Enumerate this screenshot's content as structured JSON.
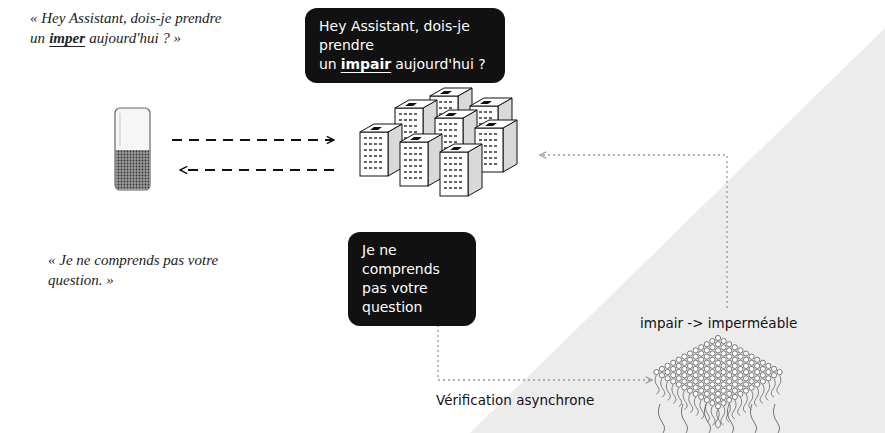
{
  "diagram": {
    "nodes": [
      {
        "text": [
          "Hey Assistant, dois-je prendre un",
          "impair",
          "aujourd'hui ?"
        ]
      },
      {
        "text": [
          "Je ne comprends pas votre question"
        ]
      }
    ],
    "labels": [
      "« Hey Assistant, dois-je prendre un",
      "imper",
      "aujourd'hui ? »",
      "« Je ne comprends pas votre question. »",
      "impair -> imperméable",
      "Vérification asynchrone"
    ]
  }
}
